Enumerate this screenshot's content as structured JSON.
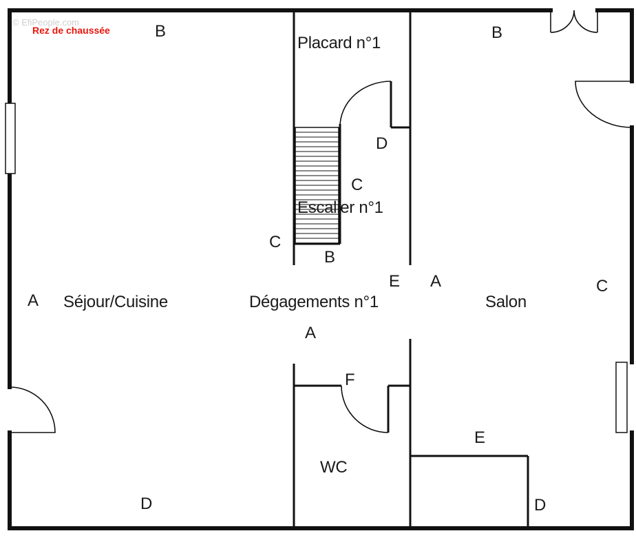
{
  "watermark": "© EfiPeople.com",
  "title": "Rez de chaussée",
  "rooms": {
    "placard": "Placard n°1",
    "escalier": "Escalier n°1",
    "sejour": "Séjour/Cuisine",
    "degagements": "Dégagements n°1",
    "salon": "Salon",
    "wc": "WC"
  },
  "wall_letters": {
    "sejour_top": "B",
    "sejour_left": "A",
    "sejour_bottom": "D",
    "salon_top": "B",
    "salon_left": "A",
    "salon_right": "C",
    "salon_bottom": "D",
    "placard_right": "D",
    "stair_right": "C",
    "stair_left": "C",
    "stair_bottom": "B",
    "deg_right": "E",
    "deg_bottom": "A",
    "wc_top": "F",
    "closet_top": "E"
  },
  "colors": {
    "wall": "#111111",
    "title": "#e8150c"
  }
}
